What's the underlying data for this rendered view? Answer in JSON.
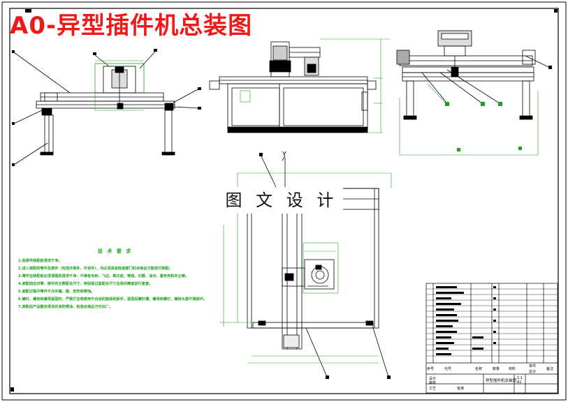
{
  "drawing": {
    "title": "A0-异型插件机总装图",
    "watermark": "图 文 设 计",
    "axis_label": "Y"
  },
  "notes": {
    "title": "技 术 要 求",
    "lines": [
      "1.各部件装配前清洗干净。",
      "2.进入装配的零件及部件（包括外购件、外协件），均必须具有检验部门的合格证方能进行装配。",
      "3.零件在装配前必须清理和清洗干净，不得有毛刺、飞边、氧化皮、锈蚀、切屑、油污、着色剂和灰尘等。",
      "4.装配前应对零、部件的主要配合尺寸，特别是过盈配合尺寸及相关精度进行复查。",
      "5.装配过程中零件不允许磕、碰、划伤和锈蚀。",
      "6.螺钉、螺栓和螺母紧固时，严禁打击或使用不合适的旋具和扳手，紧固后螺钉槽、螺母和螺钉、螺栓头部不得损坏。",
      "7.装配后产品整体清洁并涂防锈油，检验合格后方可出厂。"
    ]
  },
  "title_block": {
    "col_headers": [
      "序号",
      "代号",
      "名称",
      "数量",
      "材料",
      "单件",
      "总计",
      "备注"
    ],
    "drawing_name": "异型插件机总装图",
    "scale": "1:1",
    "sheet": "A1",
    "labels": [
      "设计",
      "审核",
      "工艺",
      "批准"
    ]
  },
  "colors": {
    "frame": "#000000",
    "title": "#f01818",
    "dimension": "#1fa31f",
    "part": "#000000"
  }
}
